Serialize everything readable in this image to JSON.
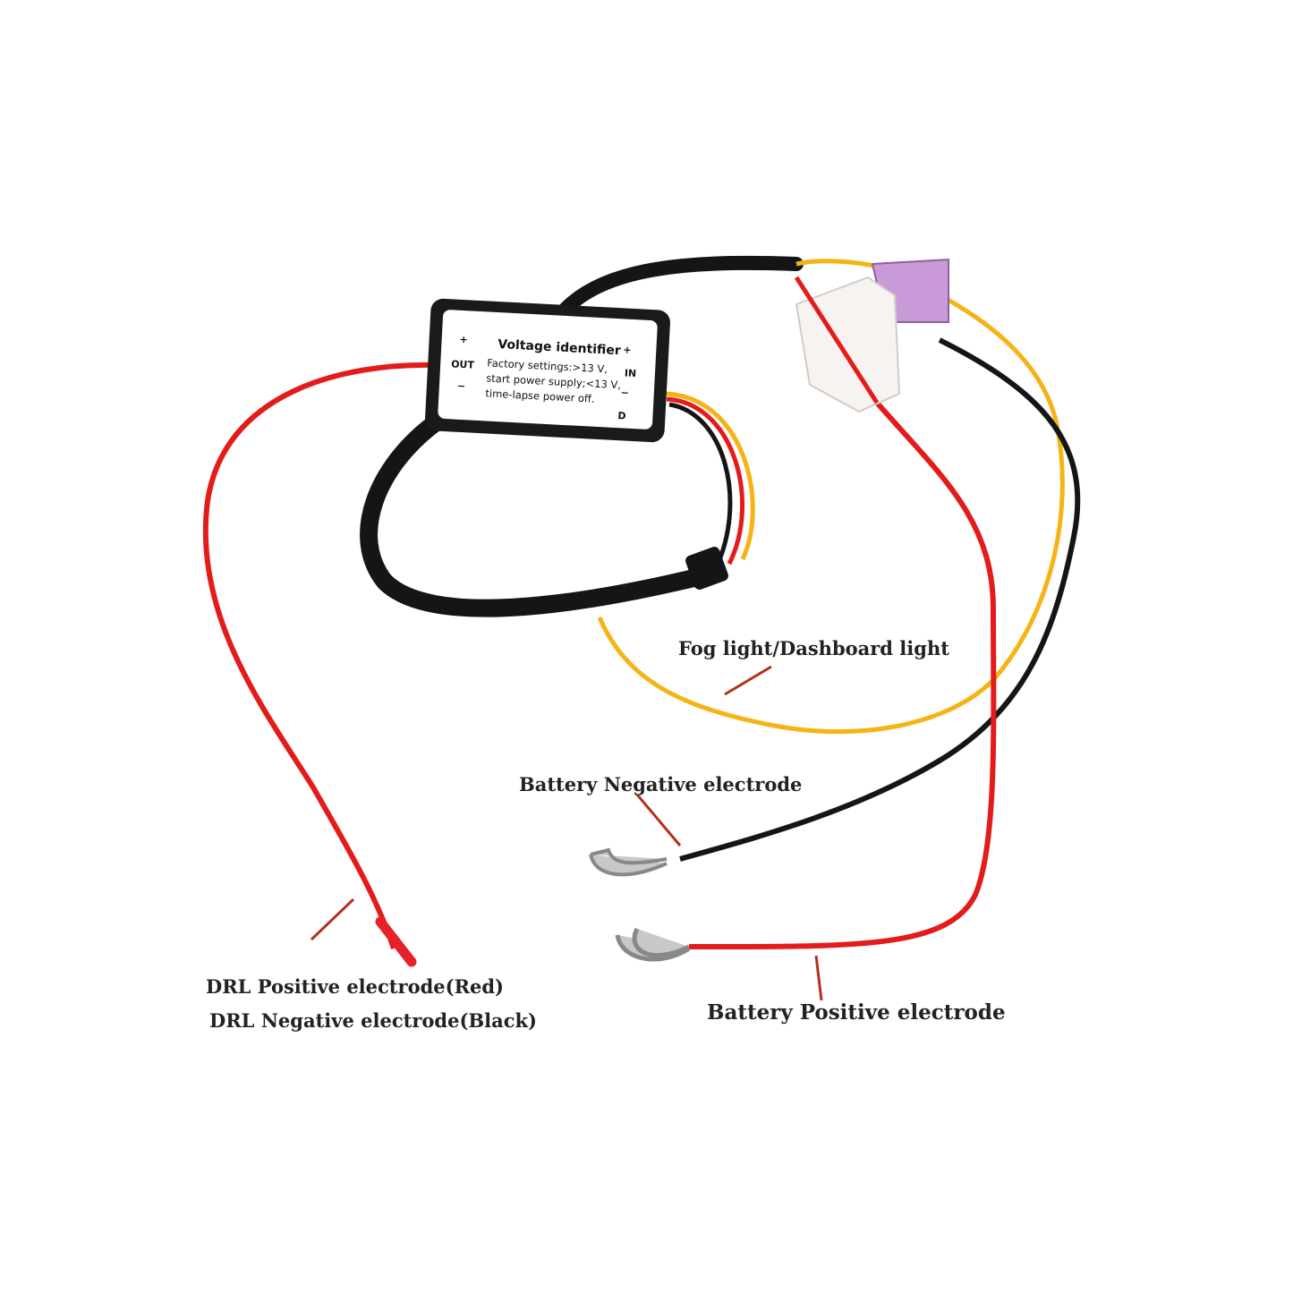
{
  "module": {
    "title": "Voltage identifier",
    "lines": [
      "Factory settings:>13 V,",
      "start power supply;<13 V,",
      "time-lapse power off."
    ],
    "out_label": "OUT",
    "in_label": "IN",
    "symbols": {
      "plus": "+",
      "minus": "−",
      "d": "D"
    }
  },
  "labels": {
    "fog": "Fog light/Dashboard light",
    "battery_negative": "Battery Negative electrode",
    "drl_positive": "DRL Positive electrode(Red)",
    "drl_negative": "DRL Negative electrode(Black)",
    "battery_positive": "Battery Positive electrode"
  },
  "colors": {
    "red": "#e31b1b",
    "black": "#151515",
    "yellow": "#f5b415",
    "leader": "#b5301c",
    "fuse": "#c99ad8"
  }
}
